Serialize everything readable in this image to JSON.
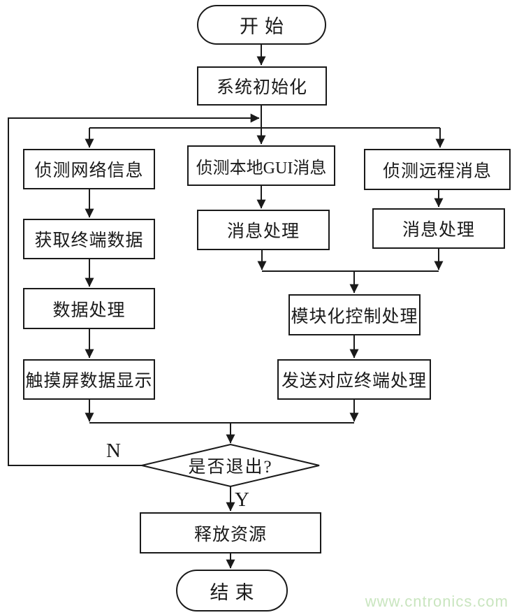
{
  "flowchart": {
    "nodes": {
      "start": {
        "label": "开始",
        "shape": "terminal"
      },
      "system_init": {
        "label": "系统初始化",
        "shape": "process"
      },
      "detect_network": {
        "label": "侦测网络信息",
        "shape": "process"
      },
      "get_terminal_data": {
        "label": "获取终端数据",
        "shape": "process"
      },
      "data_processing": {
        "label": "数据处理",
        "shape": "process"
      },
      "touch_display": {
        "label": "触摸屏数据显示",
        "shape": "process"
      },
      "detect_local_gui": {
        "label": "侦测本地GUI消息",
        "shape": "process"
      },
      "local_msg_proc": {
        "label": "消息处理",
        "shape": "process"
      },
      "detect_remote": {
        "label": "侦测远程消息",
        "shape": "process"
      },
      "remote_msg_proc": {
        "label": "消息处理",
        "shape": "process"
      },
      "modular_control": {
        "label": "模块化控制处理",
        "shape": "process"
      },
      "send_to_terminal": {
        "label": "发送对应终端处理",
        "shape": "process"
      },
      "exit_decision": {
        "label": "是否退出?",
        "shape": "decision"
      },
      "release_resources": {
        "label": "释放资源",
        "shape": "process"
      },
      "end": {
        "label": "结束",
        "shape": "terminal"
      }
    },
    "branch_labels": {
      "no": "N",
      "yes": "Y"
    },
    "colors": {
      "line": "#1a1a1a",
      "node_fill": "#ffffff",
      "background": "#ffffff",
      "watermark": "#c9e5bf"
    }
  },
  "watermark": {
    "text": "www.cntronics.com"
  }
}
